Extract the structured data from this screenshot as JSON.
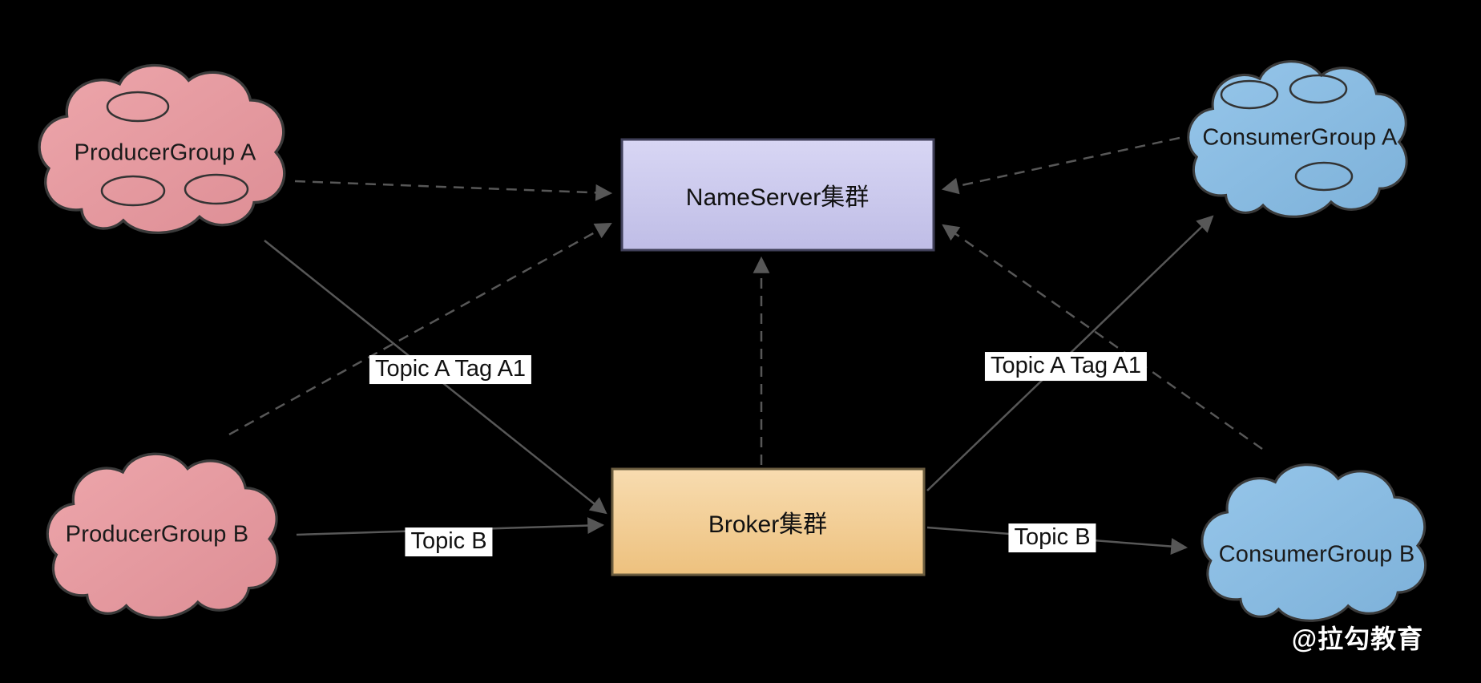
{
  "background_color": "#000000",
  "nodes": {
    "producer_group_a": {
      "label": "ProducerGroup A",
      "shape": "cloud",
      "fill": "#e59aa0"
    },
    "producer_group_b": {
      "label": "ProducerGroup B",
      "shape": "cloud",
      "fill": "#e59aa0"
    },
    "nameserver_cluster": {
      "label": "NameServer集群",
      "shape": "rect",
      "fill": "#c9c7ea"
    },
    "broker_cluster": {
      "label": "Broker集群",
      "shape": "rect",
      "fill": "#f2cf9a"
    },
    "consumer_group_a": {
      "label": "ConsumerGroup A",
      "shape": "cloud",
      "fill": "#8abde2"
    },
    "consumer_group_b": {
      "label": "ConsumerGroup B",
      "shape": "cloud",
      "fill": "#8abde2"
    }
  },
  "edges": {
    "pga_to_nameserver": {
      "from": "producer_group_a",
      "to": "nameserver_cluster",
      "style": "dashed"
    },
    "pgb_to_nameserver": {
      "from": "producer_group_b",
      "to": "nameserver_cluster",
      "style": "dashed"
    },
    "broker_to_nameserver": {
      "from": "broker_cluster",
      "to": "nameserver_cluster",
      "style": "dashed"
    },
    "cga_to_nameserver": {
      "from": "consumer_group_a",
      "to": "nameserver_cluster",
      "style": "dashed"
    },
    "cgb_to_nameserver": {
      "from": "consumer_group_b",
      "to": "nameserver_cluster",
      "style": "dashed"
    },
    "pga_to_broker": {
      "from": "producer_group_a",
      "to": "broker_cluster",
      "style": "solid",
      "label": "Topic A Tag A1"
    },
    "pgb_to_broker": {
      "from": "producer_group_b",
      "to": "broker_cluster",
      "style": "solid",
      "label": "Topic B"
    },
    "broker_to_cga": {
      "from": "broker_cluster",
      "to": "consumer_group_a",
      "style": "solid",
      "label": "Topic A Tag A1"
    },
    "broker_to_cgb": {
      "from": "broker_cluster",
      "to": "consumer_group_b",
      "style": "solid",
      "label": "Topic B"
    }
  },
  "watermark": "@拉勾教育",
  "colors": {
    "arrow": "#575757",
    "cloud_producer": "#e59aa0",
    "cloud_consumer": "#8abde2",
    "nameserver_box": "#c9c7ea",
    "broker_box": "#f2cf9a",
    "edge_label_bg": "#ffffff",
    "edge_label_text": "#111111",
    "watermark_text": "#ffffff"
  }
}
